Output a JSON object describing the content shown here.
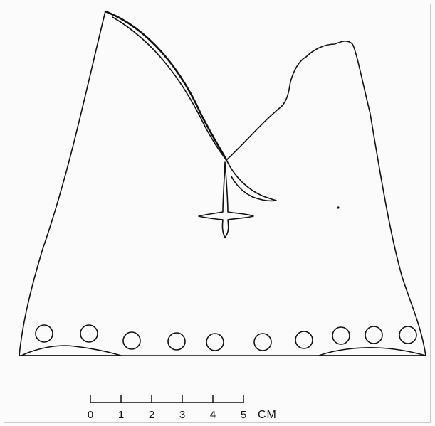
{
  "scale_bar": {
    "tick_labels": [
      "0",
      "1",
      "2",
      "3",
      "4",
      "5"
    ],
    "unit": "CM"
  },
  "perforations": {
    "count": 10
  },
  "colors": {
    "ink": "#111111",
    "background": "#fbfbfb",
    "frame": "#9a9a9a"
  }
}
